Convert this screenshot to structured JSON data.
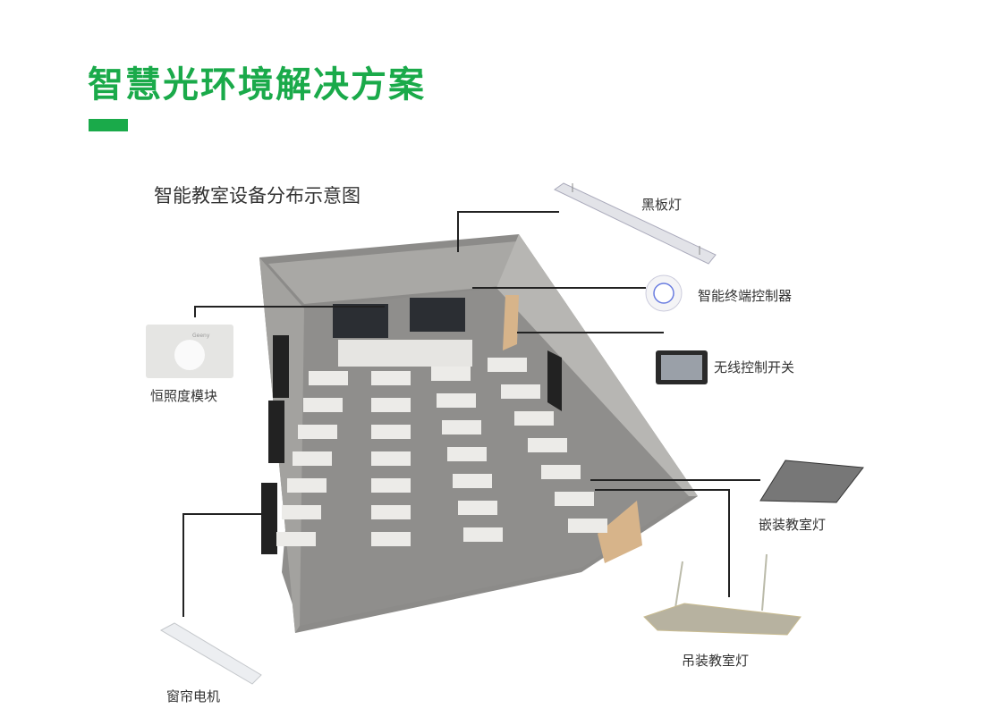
{
  "title": "智慧光环境解决方案",
  "subtitle": "智能教室设备分布示意图",
  "accent": "#1aaa4a",
  "devices": {
    "blackboard_light": "黑板灯",
    "terminal_controller": "智能终端控制器",
    "constant_illuminance": "恒照度模块",
    "module_brand": "Geeny",
    "wireless_switch": "无线控制开关",
    "embedded_light": "嵌装教室灯",
    "pendant_light": "吊装教室灯",
    "curtain_motor": "窗帘电机"
  }
}
